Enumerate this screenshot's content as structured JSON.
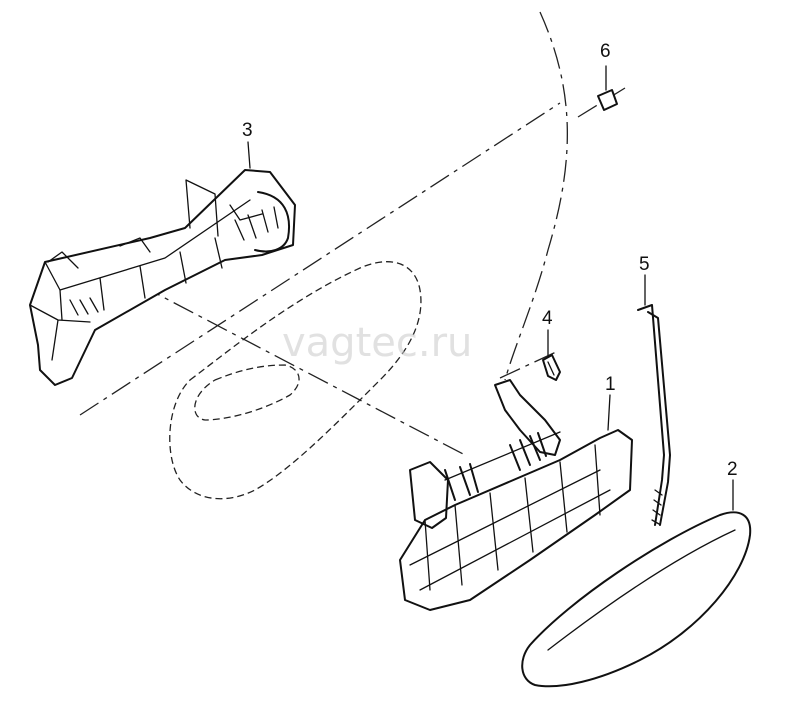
{
  "watermark": "vagtec.ru",
  "callouts": [
    {
      "id": "part-1",
      "label": "1"
    },
    {
      "id": "part-2",
      "label": "2"
    },
    {
      "id": "part-3",
      "label": "3"
    },
    {
      "id": "part-4",
      "label": "4"
    },
    {
      "id": "part-5",
      "label": "5"
    },
    {
      "id": "part-6",
      "label": "6"
    }
  ]
}
